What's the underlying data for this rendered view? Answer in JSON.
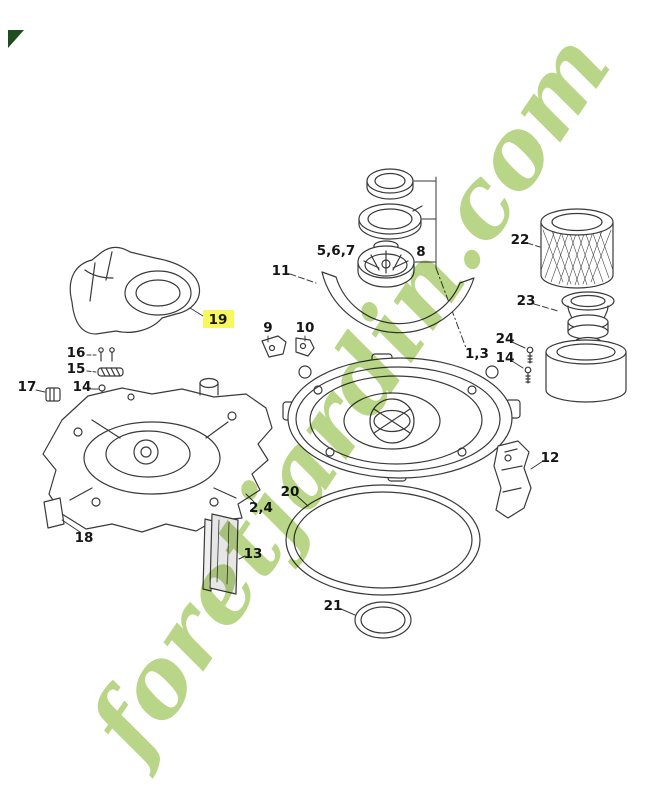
{
  "watermark": {
    "text": "foretjardin.com",
    "color": "#86b832"
  },
  "colors": {
    "highlight": "#f8f75e",
    "line": "#3a3a3a",
    "corner_mark": "#1e4d1e"
  },
  "labels": {
    "part_5_6_7": "5,6,7",
    "part_8": "8",
    "part_11": "11",
    "part_22": "22",
    "part_23": "23",
    "part_24": "24",
    "part_14_right": "14",
    "part_19": "19",
    "part_16": "16",
    "part_15": "15",
    "part_14_left": "14",
    "part_17": "17",
    "part_9": "9",
    "part_10": "10",
    "part_1_3": "1,3",
    "part_2_4": "2,4",
    "part_18": "18",
    "part_13": "13",
    "part_12": "12",
    "part_20": "20",
    "part_21": "21"
  }
}
